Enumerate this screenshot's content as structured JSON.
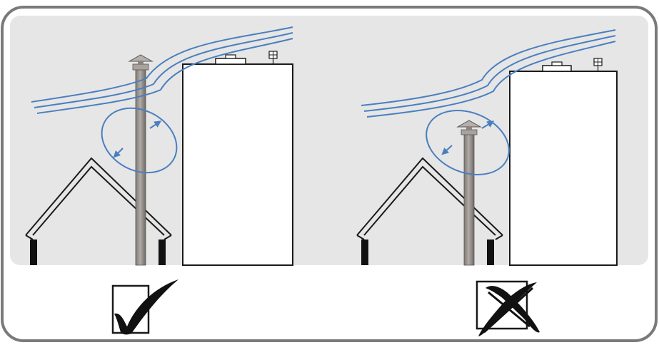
{
  "colors": {
    "frame_border": "#7a7a7a",
    "panel_fill": "#e6e6e6",
    "wind": "#4a7fbf",
    "eddy": "#4a7fbf",
    "pipe": "#9a9590",
    "pipe_shade": "#6e6a66",
    "outline": "#1a1a1a",
    "window": "#111111"
  },
  "icons": {
    "good": "checkmark-icon",
    "bad": "cross-icon"
  },
  "panels": [
    {
      "id": "correct",
      "verdict": "correct-install",
      "chimney": "tall-above-roofline"
    },
    {
      "id": "incorrect",
      "verdict": "incorrect-install",
      "chimney": "short-below-building"
    }
  ]
}
